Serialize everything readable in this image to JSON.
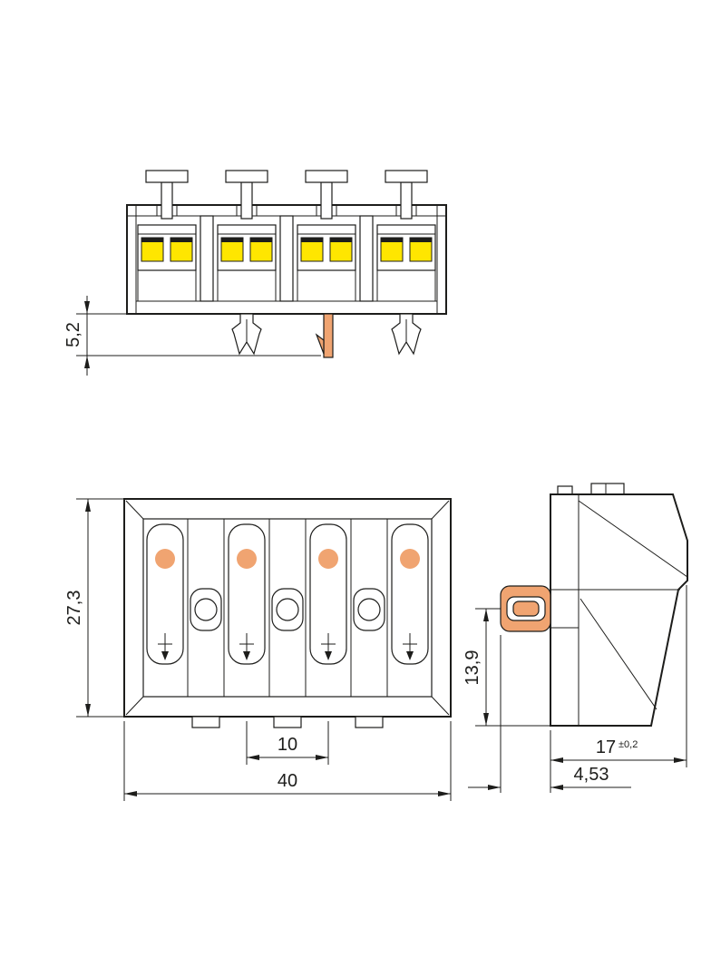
{
  "colors": {
    "line": "#1d1d1b",
    "yellow": "#ffe600",
    "orange": "#f0a471",
    "background": "#ffffff"
  },
  "front_view": {
    "dim_foot_height": "5,2"
  },
  "plan_view": {
    "dim_depth": "27,3",
    "dim_pitch": "10",
    "dim_width": "40"
  },
  "side_view": {
    "dim_clip_to_bottom": "13,9",
    "dim_height": "17",
    "dim_height_tolerance": "±0,2",
    "dim_clip_offset": "4,53"
  }
}
